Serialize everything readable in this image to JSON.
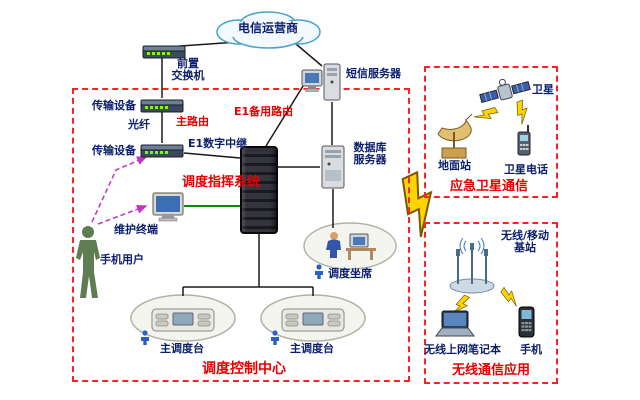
{
  "labels": {
    "cloud": "电信运营商",
    "front_switch": "前置\n交换机",
    "trans1": "传输设备",
    "trans2": "传输设备",
    "fiber": "光纤",
    "main_route": "主路由",
    "e1_backup": "E1备用路由",
    "e1_trunk": "E1数字中继",
    "sms_server": "短信服务器",
    "db_server": "数据库\n服务器",
    "dispatch_system": "调度指挥系统",
    "maintenance": "维护终端",
    "mobile_user": "手机用户",
    "dispatcher_seat": "调度坐席",
    "console1": "主调度台",
    "console2": "主调度台",
    "control_center": "调度控制中心",
    "satellite": "卫星",
    "ground_station": "地面站",
    "sat_phone": "卫星电话",
    "sat_comm_zone": "应急卫星通信",
    "base_station": "无线/移动\n基站",
    "laptop": "无线上网笔记本",
    "phone": "手机",
    "wireless_zone": "无线通信应用"
  },
  "colors": {
    "zone_border": "#ff2222",
    "red_text": "#e80000",
    "label_text": "#0b1e6e",
    "line": "#1a1a1a",
    "green_line": "#0a8a0a",
    "magenta_line": "#c333c3",
    "bolt_fill": "#ffd400"
  }
}
